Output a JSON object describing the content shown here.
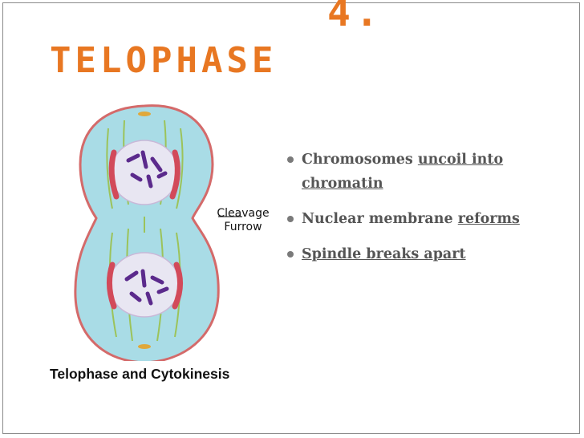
{
  "slide": {
    "title_number": "4.",
    "title_word": "TELOPHASE",
    "bullets": [
      {
        "text": "Chromosomes ",
        "linked": "uncoil into chromatin"
      },
      {
        "text": "Nuclear membrane ",
        "linked": "reforms"
      },
      {
        "text": "",
        "linked": "Spindle breaks apart"
      }
    ]
  },
  "figure": {
    "furrow_label_line1": "Cleavage",
    "furrow_label_line2": "Furrow",
    "caption": "Telophase and Cytokinesis"
  },
  "colors": {
    "title": "#e87722",
    "bullet_text": "#555555",
    "cell_fill": "#a9dce6",
    "chromosome": "#5b2a8c"
  }
}
